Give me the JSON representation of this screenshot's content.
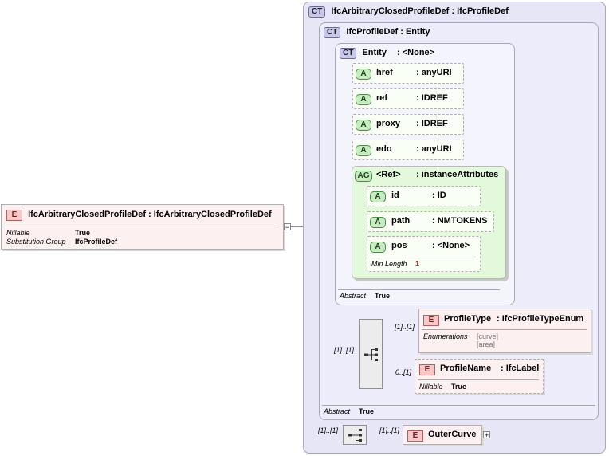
{
  "root_element": {
    "badge": "E",
    "name": "IfcArbitraryClosedProfileDef : IfcArbitraryClosedProfileDef",
    "props": [
      {
        "label": "Nillable",
        "value": "True"
      },
      {
        "label": "Substitution Group",
        "value": "IfcProfileDef"
      }
    ],
    "collapse_symbol": "−"
  },
  "outer_type": {
    "badge": "CT",
    "name": "IfcArbitraryClosedProfileDef : IfcProfileDef"
  },
  "profile_def": {
    "badge": "CT",
    "name": "IfcProfileDef : Entity",
    "abstract_label": "Abstract",
    "abstract_value": "True"
  },
  "entity": {
    "badge": "CT",
    "name": "Entity",
    "type": ": <None>",
    "abstract_label": "Abstract",
    "abstract_value": "True",
    "attributes": [
      {
        "badge": "A",
        "name": "href",
        "type": ": anyURI"
      },
      {
        "badge": "A",
        "name": "ref",
        "type": ": IDREF"
      },
      {
        "badge": "A",
        "name": "proxy",
        "type": ": IDREF"
      },
      {
        "badge": "A",
        "name": "edo",
        "type": ": anyURI"
      }
    ],
    "attribute_group": {
      "badge": "AG",
      "name": "<Ref>",
      "type": ": instanceAttributes",
      "attributes": [
        {
          "badge": "A",
          "name": "id",
          "type": ": ID"
        },
        {
          "badge": "A",
          "name": "path",
          "type": ": NMTOKENS"
        },
        {
          "badge": "A",
          "name": "pos",
          "type": ": <None>",
          "facet_label": "Min Length",
          "facet_value": "1"
        }
      ]
    }
  },
  "sequence": {
    "multiplicity": "[1]..[1]",
    "children": [
      {
        "badge": "E",
        "name": "ProfileType",
        "type": ": IfcProfileTypeEnum",
        "multiplicity": "[1]..[1]",
        "enum_label": "Enumerations",
        "enum_values": [
          "[curve]",
          "[area]"
        ]
      },
      {
        "badge": "E",
        "name": "ProfileName",
        "type": ": IfcLabel",
        "multiplicity": "0..[1]",
        "prop_label": "Nillable",
        "prop_value": "True"
      }
    ]
  },
  "outer_sequence": {
    "multiplicity": "[1]..[1]",
    "child": {
      "badge": "E",
      "name": "OuterCurve",
      "multiplicity": "[1]..[1]",
      "expand_symbol": "+"
    }
  }
}
